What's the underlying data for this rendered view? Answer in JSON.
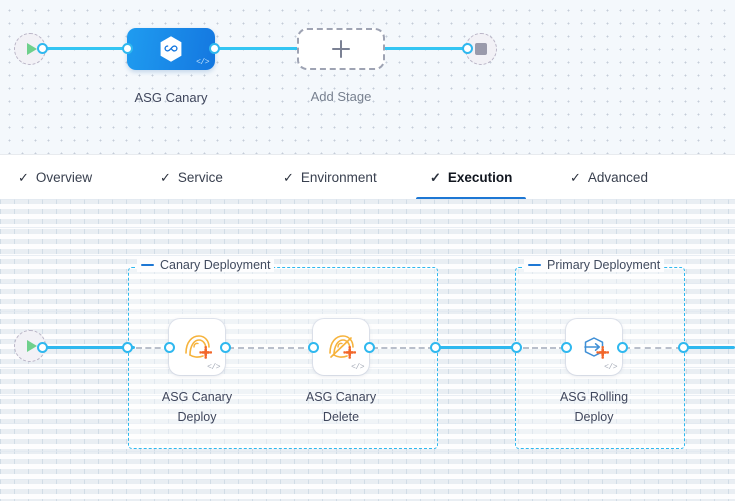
{
  "stage_canvas": {
    "start_node": {
      "icon": "play-icon",
      "label": ""
    },
    "end_node": {
      "icon": "stop-icon",
      "label": ""
    },
    "stage": {
      "name": "ASG Canary",
      "icon": "harness-hexagon-infinity-icon",
      "badge": "</>",
      "color": "#1477e0"
    },
    "add_stage": {
      "label": "Add Stage",
      "icon": "plus-icon"
    }
  },
  "tabs": [
    {
      "label": "Overview",
      "icon": "check-icon",
      "active": false
    },
    {
      "label": "Service",
      "icon": "check-icon",
      "active": false
    },
    {
      "label": "Environment",
      "icon": "check-icon",
      "active": false
    },
    {
      "label": "Execution",
      "icon": "check-icon",
      "active": true
    },
    {
      "label": "Advanced",
      "icon": "check-icon",
      "active": false
    }
  ],
  "execution": {
    "start_node": {
      "icon": "play-icon"
    },
    "groups": [
      {
        "title": "Canary Deployment",
        "marker_color": "#1d77d4"
      },
      {
        "title": "Primary Deployment",
        "marker_color": "#1d77d4"
      }
    ],
    "steps": [
      {
        "name_line1": "ASG Canary",
        "name_line2": "Deploy",
        "icon": "asg-canary-deploy-icon",
        "badge": "</>"
      },
      {
        "name_line1": "ASG Canary",
        "name_line2": "Delete",
        "icon": "asg-canary-delete-icon",
        "badge": "</>"
      },
      {
        "name_line1": "ASG Rolling",
        "name_line2": "Deploy",
        "icon": "asg-rolling-deploy-icon",
        "badge": "</>"
      }
    ]
  },
  "colors": {
    "accent_blue": "#2fb8ef",
    "tab_active": "#1d77d4",
    "stage_blue": "#1477e0",
    "icon_orange": "#f5a623",
    "play_green": "#6fd08c"
  }
}
